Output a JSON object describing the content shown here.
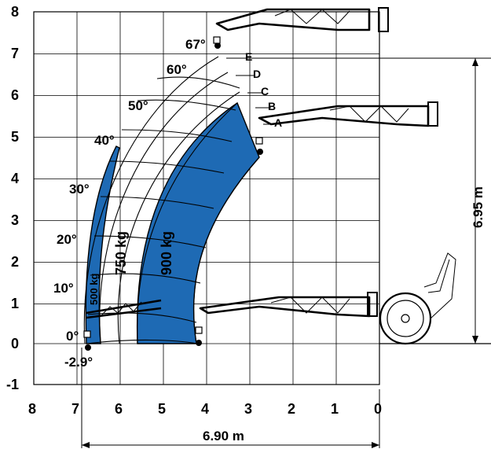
{
  "x_axis": {
    "ticks": [
      "8",
      "7",
      "6",
      "5",
      "4",
      "3",
      "2",
      "1",
      "0"
    ]
  },
  "y_axis": {
    "ticks": [
      "8",
      "7",
      "6",
      "5",
      "4",
      "3",
      "2",
      "1",
      "0",
      "-1"
    ]
  },
  "angles": [
    "67°",
    "60°",
    "50°",
    "40°",
    "30°",
    "20°",
    "10°",
    "0°",
    "-2.9°"
  ],
  "extension_lines": [
    "E",
    "D",
    "C",
    "B",
    "A"
  ],
  "load_zones": [
    {
      "label": "500 kg",
      "color": "#1e6ab4"
    },
    {
      "label": "750 kg",
      "color": "#ffffff"
    },
    {
      "label": "900 kg",
      "color": "#1e6ab4"
    }
  ],
  "dimensions": {
    "max_height": "6.95 m",
    "max_reach": "6.90 m"
  }
}
